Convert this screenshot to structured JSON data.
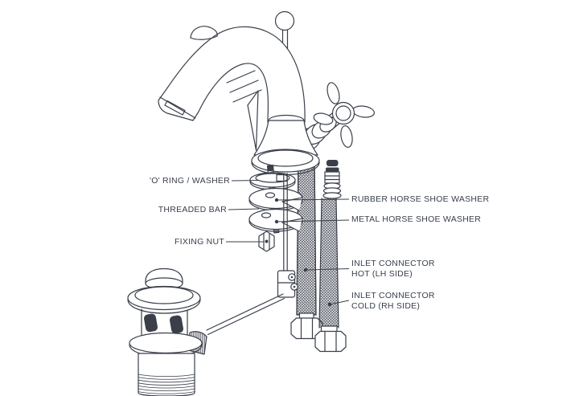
{
  "colors": {
    "background": "#ffffff",
    "line": "#3a3f4a",
    "text": "#3a404c"
  },
  "labels": {
    "o_ring": "'O' RING / WASHER",
    "threaded_bar": "THREADED BAR",
    "fixing_nut": "FIXING NUT",
    "rubber_washer": "RUBBER HORSE SHOE WASHER",
    "metal_washer": "METAL HORSE SHOE WASHER",
    "inlet_hot_1": "INLET CONNECTOR",
    "inlet_hot_2": "HOT (LH SIDE)",
    "inlet_cold_1": "INLET CONNECTOR",
    "inlet_cold_2": "COLD (RH SIDE)"
  }
}
